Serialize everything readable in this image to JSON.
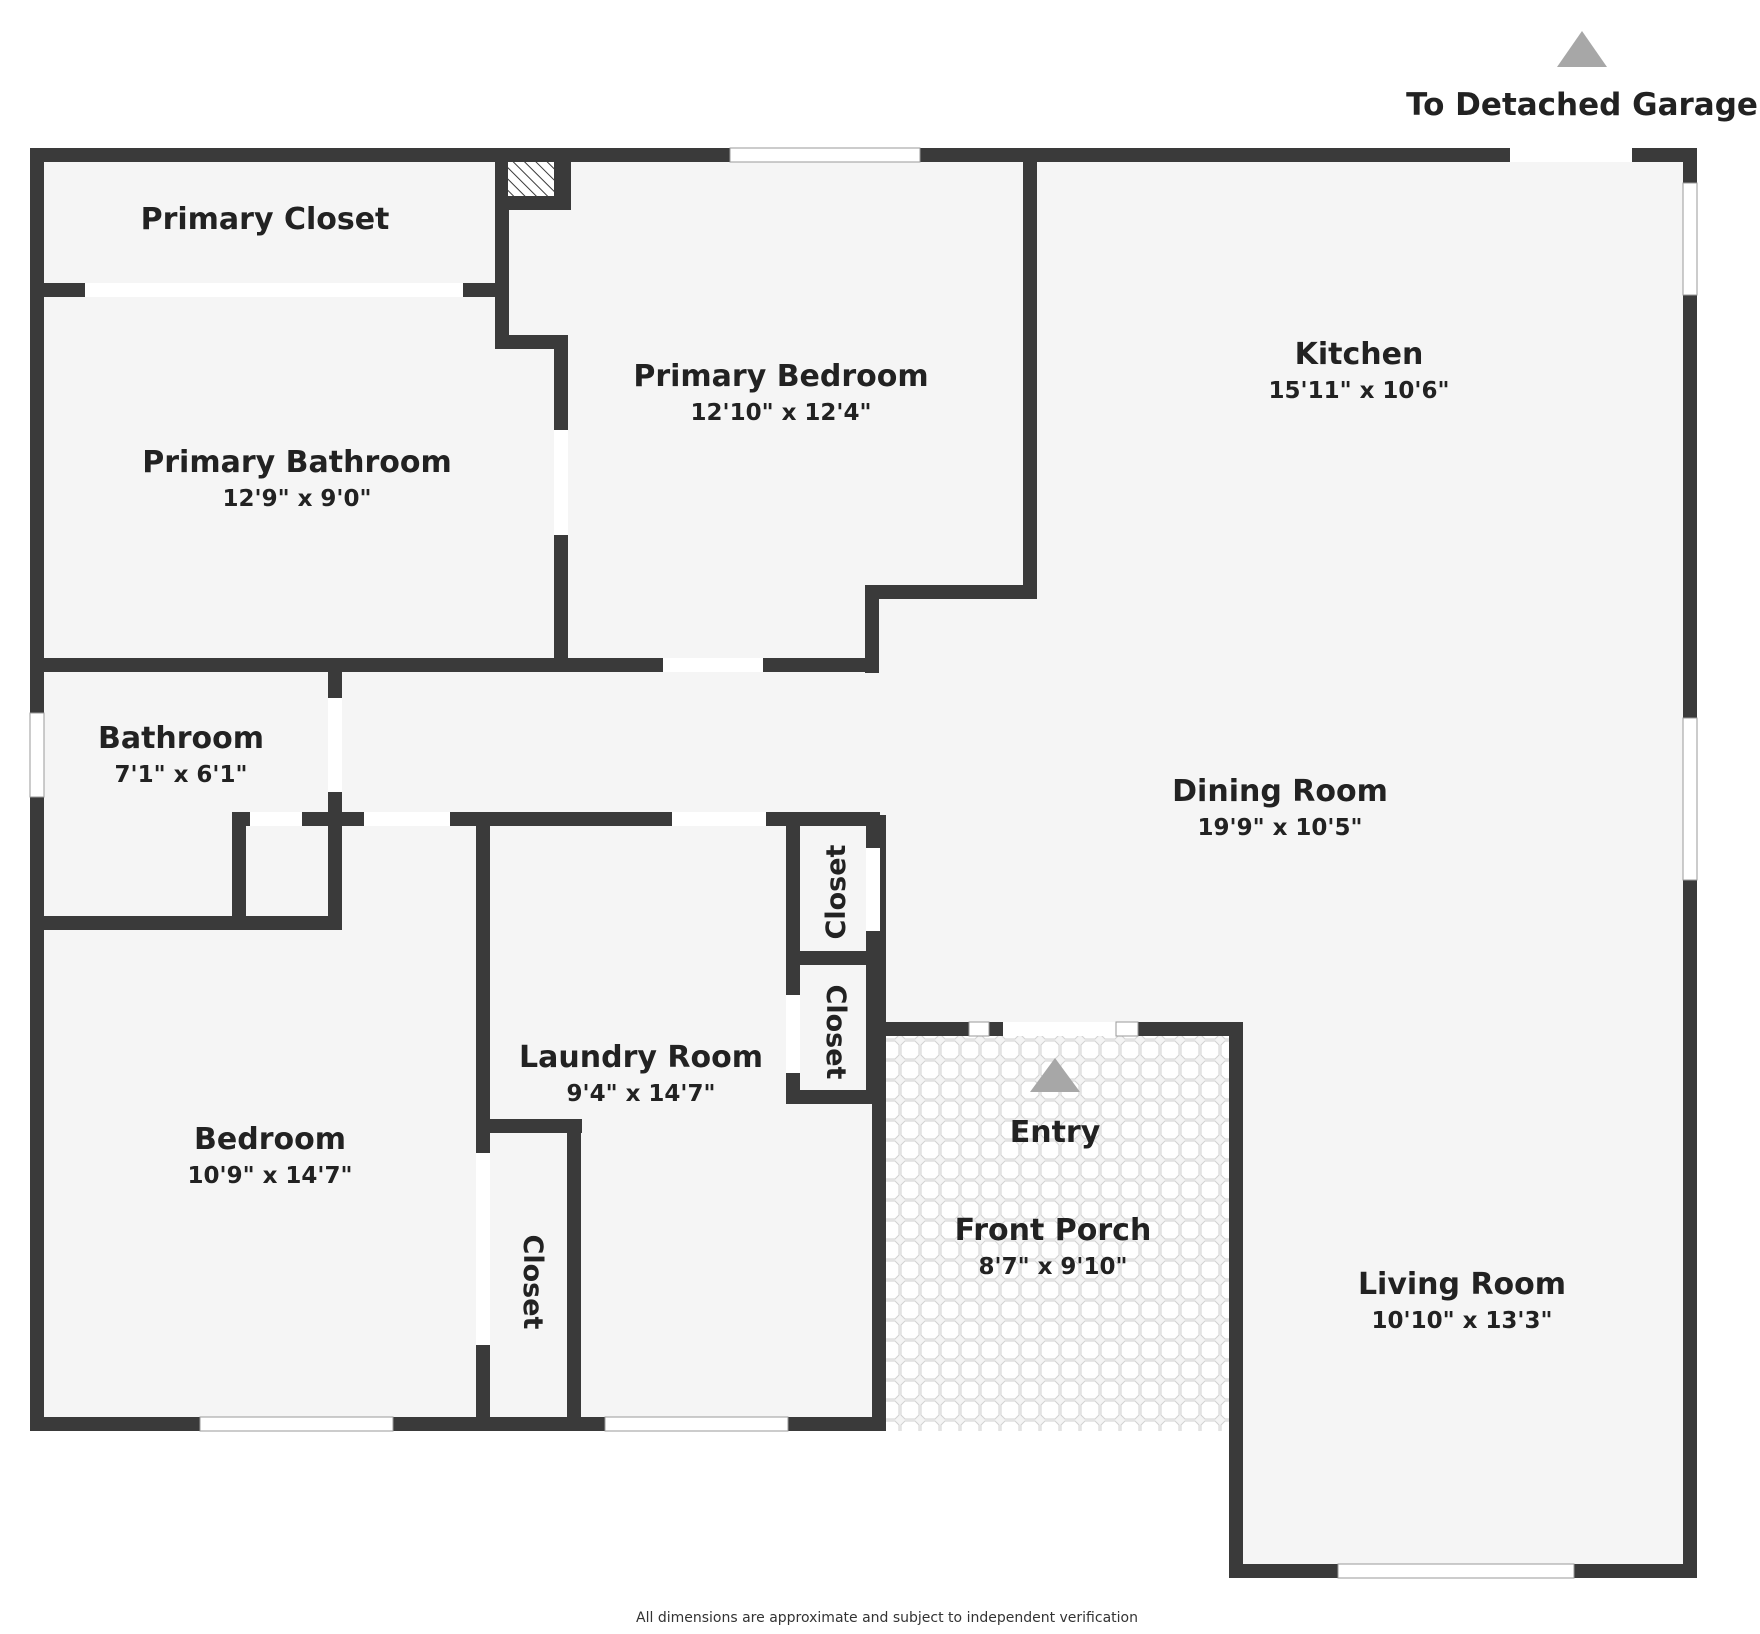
{
  "colors": {
    "wall": "#3a3a3a",
    "floor": "#f5f5f5",
    "opening": "#ffffff",
    "marker": "#a7a7a7",
    "text": "#222222"
  },
  "garage": {
    "label": "To Detached Garage",
    "icon": "up-arrow-icon"
  },
  "entry": {
    "label": "Entry",
    "icon": "up-arrow-icon"
  },
  "rooms": {
    "primary_closet": {
      "name": "Primary Closet"
    },
    "primary_bedroom": {
      "name": "Primary Bedroom",
      "dims": "12'10\" x 12'4\""
    },
    "primary_bathroom": {
      "name": "Primary Bathroom",
      "dims": "12'9\" x 9'0\""
    },
    "kitchen": {
      "name": "Kitchen",
      "dims": "15'11\" x 10'6\""
    },
    "bathroom": {
      "name": "Bathroom",
      "dims": "7'1\" x 6'1\""
    },
    "dining_room": {
      "name": "Dining Room",
      "dims": "19'9\" x 10'5\""
    },
    "laundry_room": {
      "name": "Laundry Room",
      "dims": "9'4\" x 14'7\""
    },
    "bedroom": {
      "name": "Bedroom",
      "dims": "10'9\" x 14'7\""
    },
    "front_porch": {
      "name": "Front Porch",
      "dims": "8'7\" x 9'10\""
    },
    "living_room": {
      "name": "Living Room",
      "dims": "10'10\" x 13'3\""
    }
  },
  "closets": [
    "Closet",
    "Closet",
    "Closet"
  ],
  "disclaimer": "All dimensions are approximate and subject to independent verification"
}
